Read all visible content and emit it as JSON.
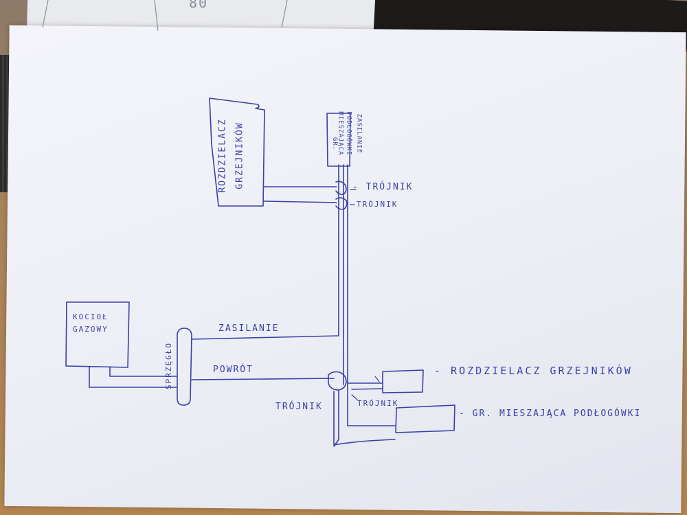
{
  "colors": {
    "ink": "#3a3fa8",
    "paper": "#f1f2f7",
    "desk": "#b4854f"
  },
  "top_sheet_text": "80",
  "boxes": {
    "boiler": [
      "KOCIOŁ",
      "GAZOWY"
    ],
    "coupler": "SPRZĘGŁO",
    "distributor_top": [
      "ROZDZIELACZ",
      "GRZEJNIKÓW"
    ],
    "mixing_top": [
      "GR.",
      "MIESZAJĄCA",
      "PODŁOGÓWKI",
      "ZASILANIE"
    ]
  },
  "labels": {
    "supply": "ZASILANIE",
    "return": "POWRÓT",
    "tee_upper_1": "- TRÓJNIK",
    "tee_upper_2": "TRÓJNIK",
    "tee_lower_left": "TRÓJNIK",
    "tee_lower_right": "TRÓJNIK",
    "distributor_right": "- ROZDZIELACZ GRZEJNIKÓW",
    "mixing_right": "- GR. MIESZAJĄCA PODŁOGÓWKI"
  }
}
